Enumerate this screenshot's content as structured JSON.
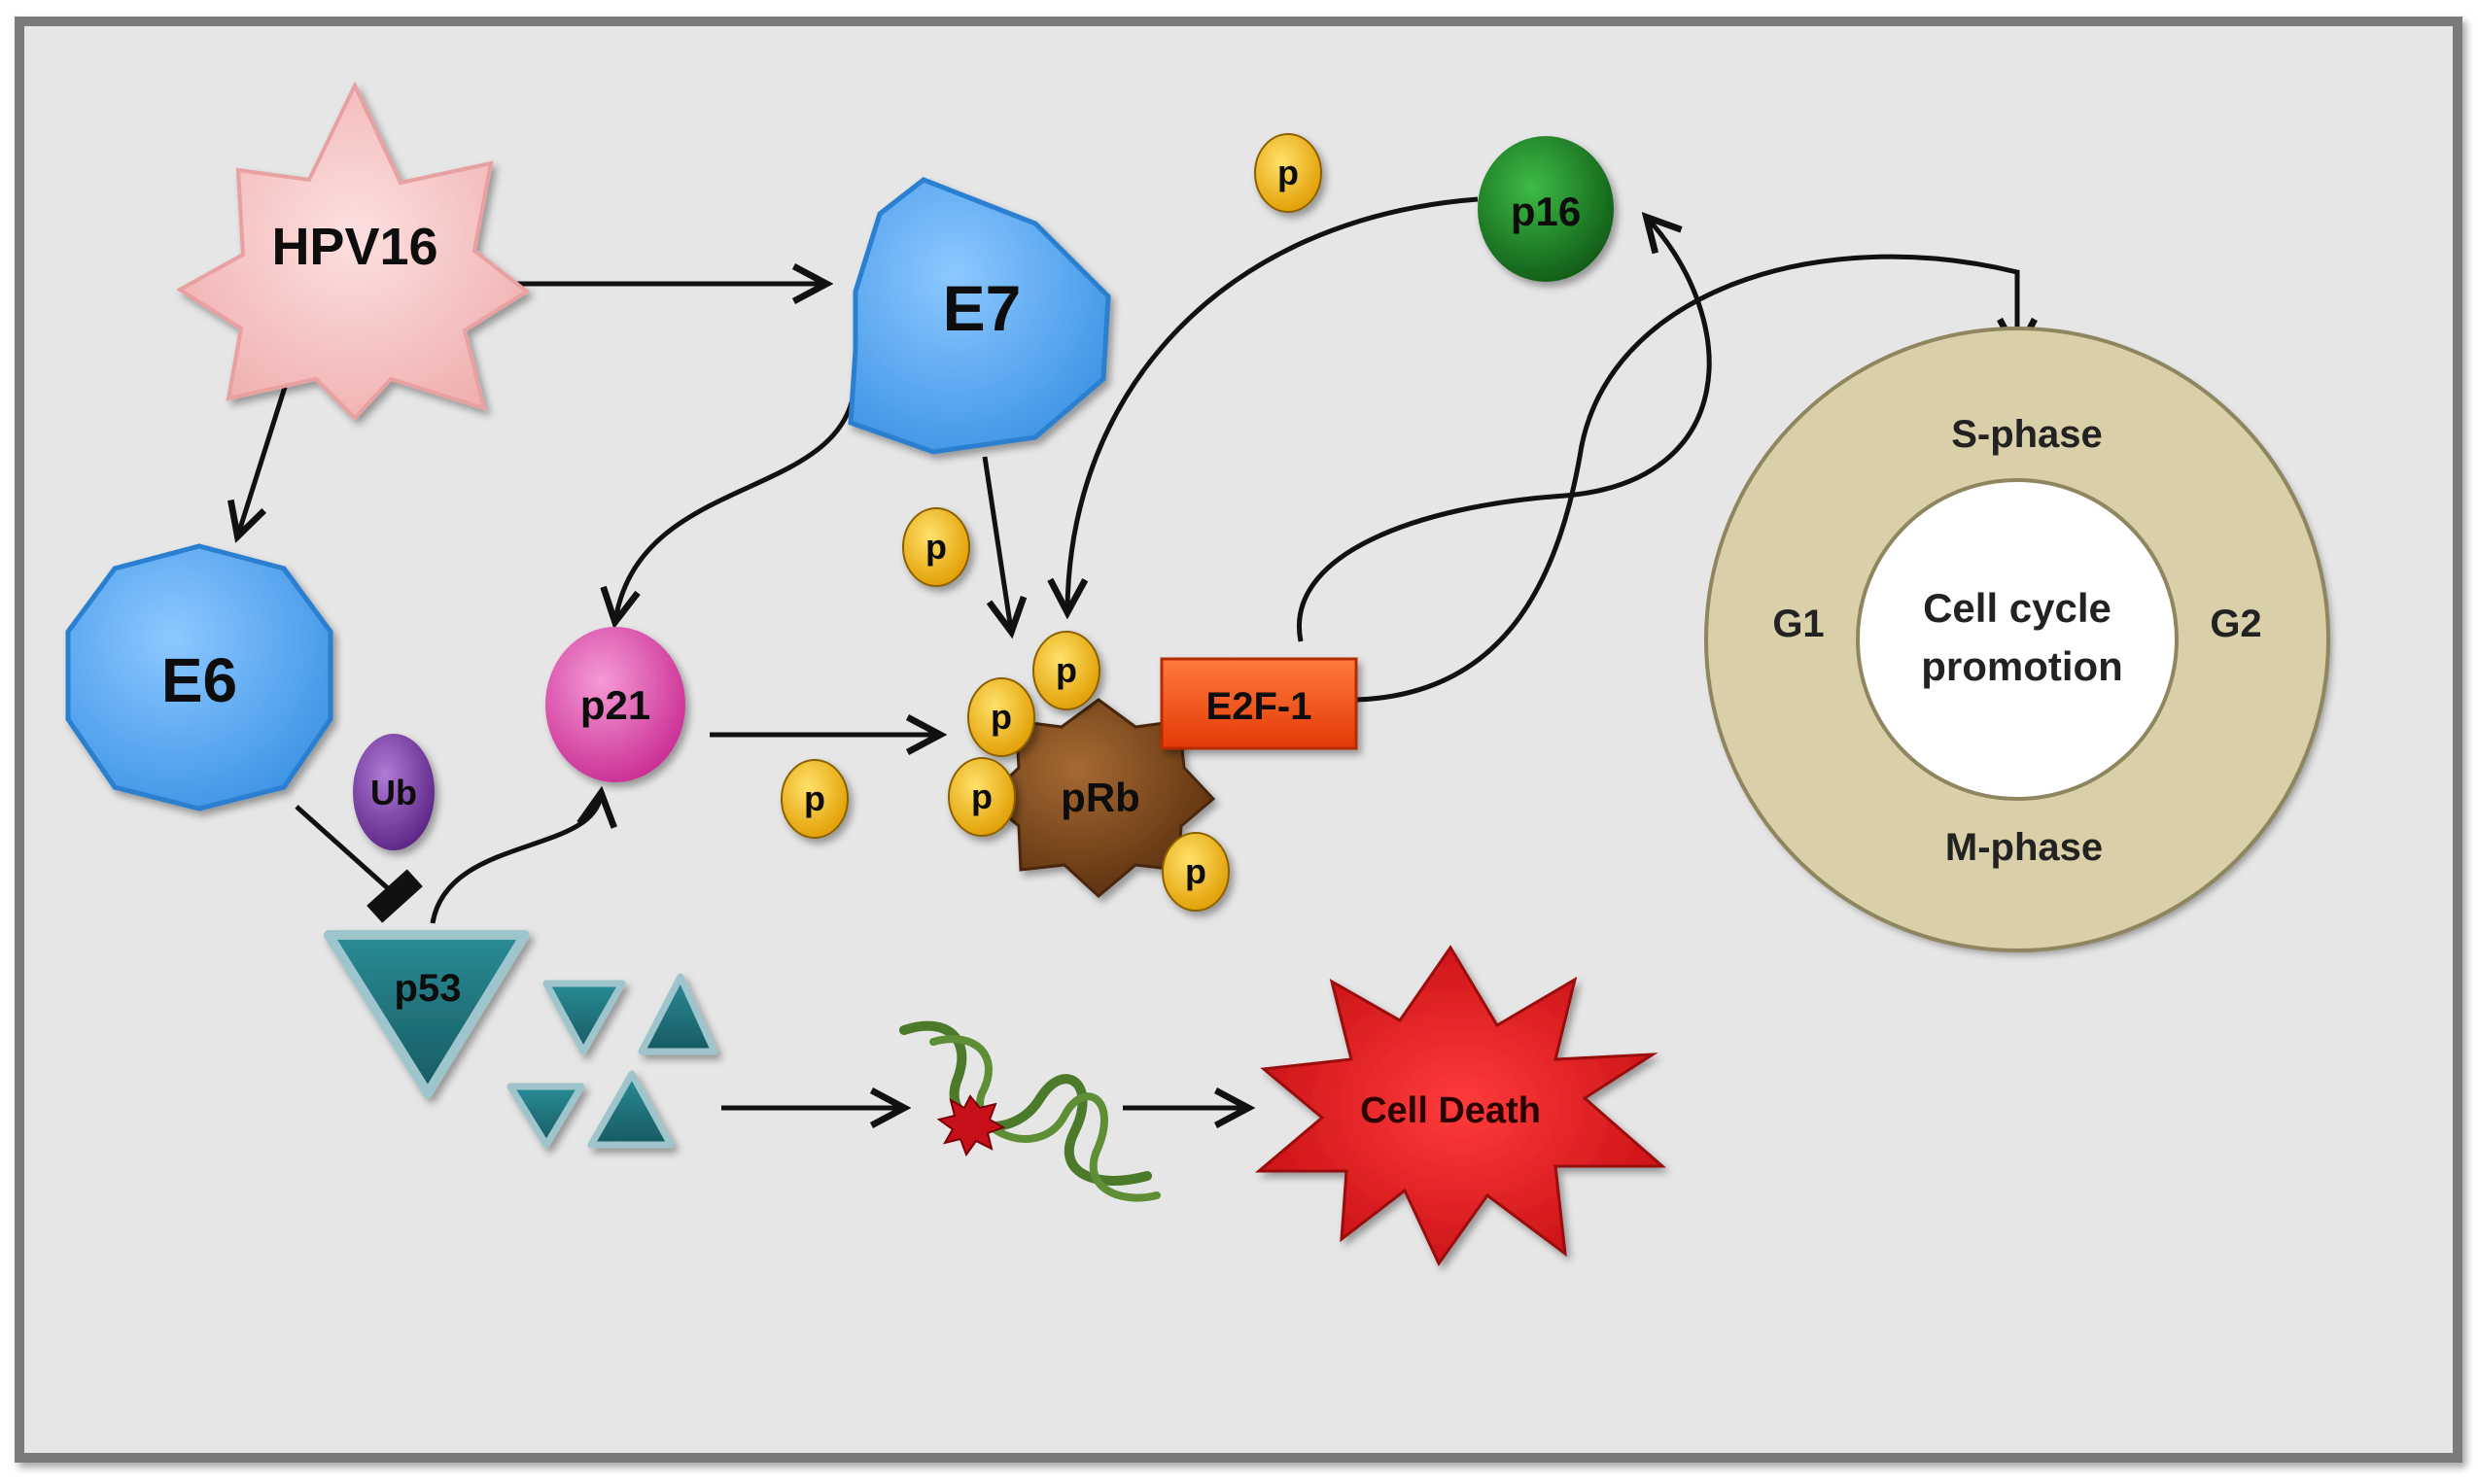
{
  "nodes": {
    "hpv16": "HPV16",
    "e7": "E7",
    "e6": "E6",
    "p16": "p16",
    "p21": "p21",
    "prb": "pRb",
    "e2f1": "E2F-1",
    "p53": "p53",
    "ub": "Ub",
    "phosphate": "p",
    "cell_death": "Cell Death"
  },
  "cell_cycle": {
    "center_line1": "Cell cycle",
    "center_line2": "promotion",
    "s_phase": "S-phase",
    "g1": "G1",
    "g2": "G2",
    "m_phase": "M-phase"
  },
  "colors": {
    "background": "#e6e6e6",
    "hpv16": "#f7c7c7",
    "e6_e7": "#55aaf2",
    "p16": "#1f8a2a",
    "p21": "#e14bb0",
    "ub": "#7a3aa8",
    "prb": "#7a4418",
    "e2f1": "#f24a12",
    "p53": "#1e6f78",
    "phosphate": "#f2b800",
    "ring": "#d9cfa8",
    "cell_death": "#e3161c",
    "dna": "#4a7a2a"
  }
}
